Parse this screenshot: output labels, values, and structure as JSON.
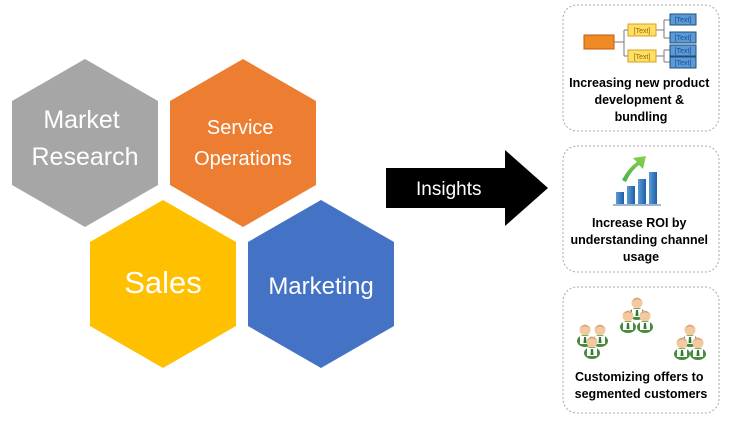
{
  "hexagons": [
    {
      "lines": [
        "Market",
        "Research"
      ],
      "color": "#a6a6a6"
    },
    {
      "lines": [
        "Service",
        "Operations"
      ],
      "color": "#ed7d31"
    },
    {
      "lines": [
        "Sales"
      ],
      "color": "#ffc000"
    },
    {
      "lines": [
        "Marketing"
      ],
      "color": "#4472c4"
    }
  ],
  "arrow": {
    "label": "Insights",
    "color": "#000000"
  },
  "insights": [
    {
      "lines": [
        "Increasing new product",
        "development &",
        "bundling"
      ],
      "icon": "hierarchy-chart-icon"
    },
    {
      "lines": [
        "Increase ROI by",
        "understanding channel",
        "usage"
      ],
      "icon": "growth-bar-chart-icon"
    },
    {
      "lines": [
        "Customizing offers to",
        "segmented customers"
      ],
      "icon": "customer-groups-icon"
    }
  ],
  "icon_text": "[Text]"
}
